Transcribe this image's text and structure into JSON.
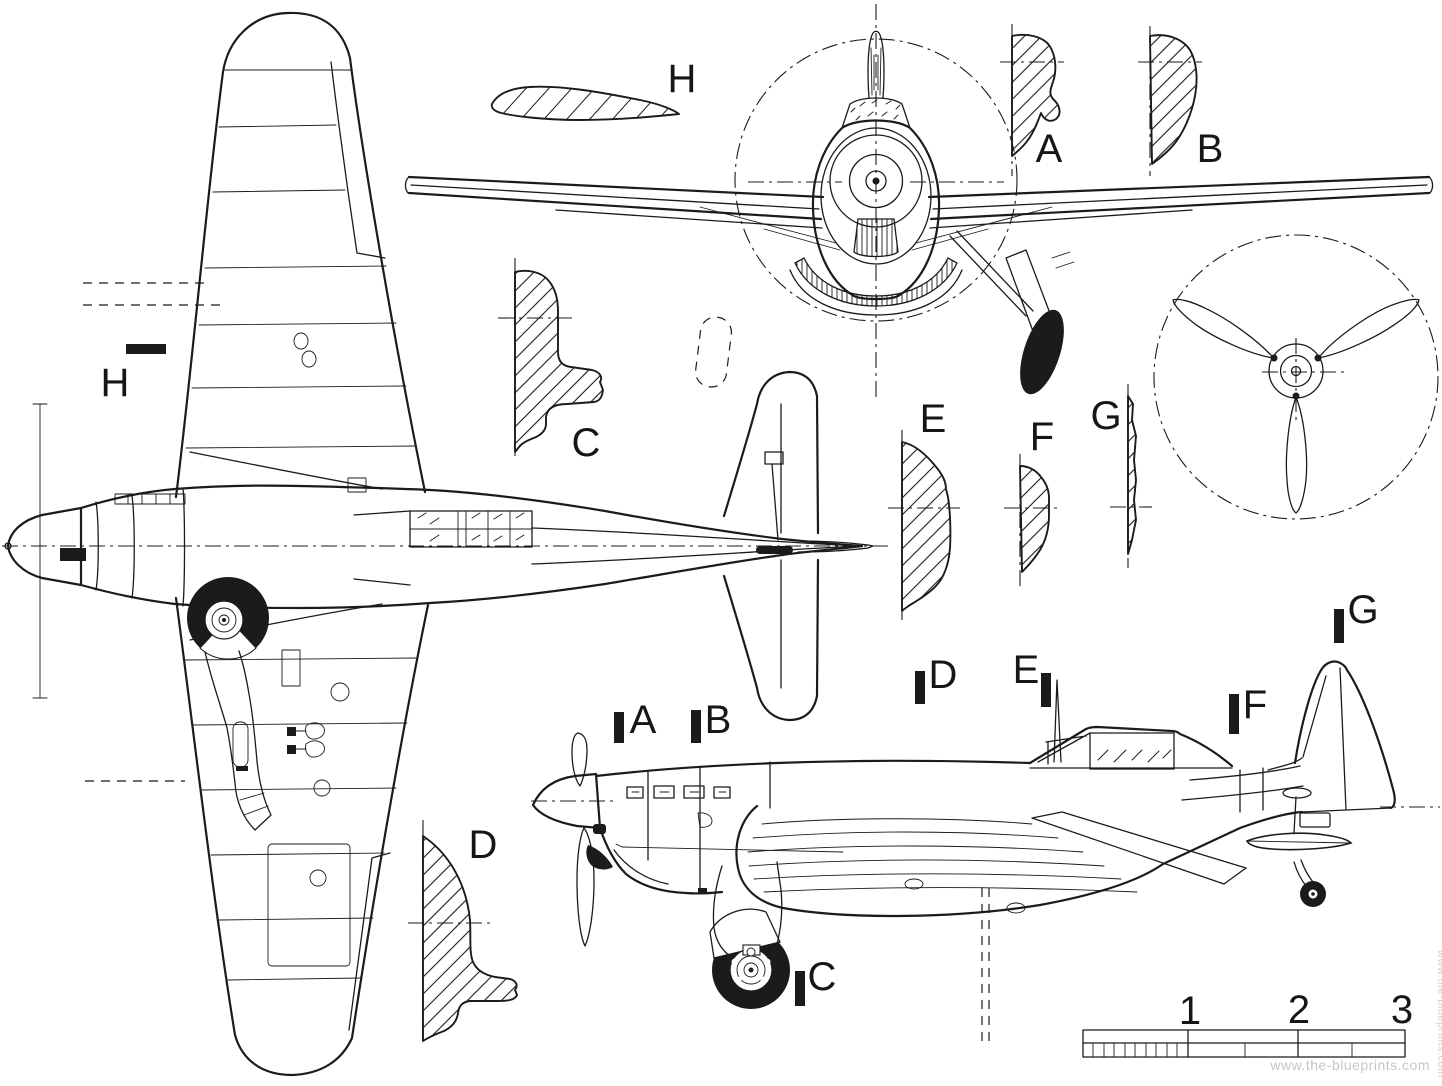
{
  "page": {
    "background": "#ffffff",
    "ink_color": "#1b1b1b",
    "watermark_color": "#c6c6c6"
  },
  "sections": {
    "a": "A",
    "b": "B",
    "c": "C",
    "d": "D",
    "e": "E",
    "f": "F",
    "g": "G",
    "h": "H"
  },
  "scale_bar": {
    "tick_1": "1",
    "tick_2": "2",
    "tick_3": "3"
  },
  "watermark": {
    "text": "www.the-blueprints.com"
  }
}
